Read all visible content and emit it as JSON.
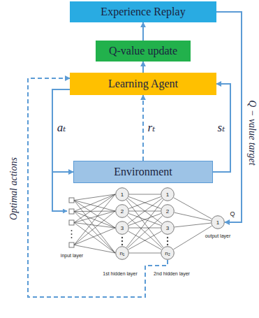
{
  "diagram": {
    "nodes": [
      {
        "text": [
          "Experience Replay"
        ]
      },
      {
        "text": [
          "Q-value update"
        ]
      },
      {
        "text": [
          "Learning Agent"
        ]
      },
      {
        "text": [
          "Environment"
        ]
      },
      {
        "text": [
          "1"
        ]
      },
      {
        "text": [
          "2"
        ]
      },
      {
        "text": [
          "3"
        ]
      },
      {
        "text": [
          "n₁"
        ]
      },
      {
        "text": [
          "1"
        ]
      },
      {
        "text": [
          "2"
        ]
      },
      {
        "text": [
          "3"
        ]
      },
      {
        "text": [
          "n₂"
        ]
      },
      {
        "text": [
          "1"
        ]
      }
    ],
    "edges": [
      {
        "from": 2,
        "to": 1,
        "arrow": "to"
      },
      {
        "from": 1,
        "to": 0,
        "arrow": "to"
      },
      {
        "from": 0,
        "to": 12,
        "arrow": "to"
      },
      {
        "from": 3,
        "to": 2,
        "arrow": "to"
      },
      {
        "from": 3,
        "to": 2,
        "arrow": "to"
      },
      {
        "from": 2,
        "to": 3,
        "arrow": "to"
      },
      {
        "from": 11,
        "to": 2,
        "arrow": "to"
      },
      {
        "from": 4,
        "to": 8,
        "arrow": "none"
      },
      {
        "from": 4,
        "to": 9,
        "arrow": "none"
      },
      {
        "from": 4,
        "to": 10,
        "arrow": "none"
      },
      {
        "from": 4,
        "to": 11,
        "arrow": "none"
      },
      {
        "from": 5,
        "to": 8,
        "arrow": "none"
      },
      {
        "from": 5,
        "to": 9,
        "arrow": "none"
      },
      {
        "from": 5,
        "to": 10,
        "arrow": "none"
      },
      {
        "from": 5,
        "to": 11,
        "arrow": "none"
      },
      {
        "from": 6,
        "to": 8,
        "arrow": "none"
      },
      {
        "from": 6,
        "to": 9,
        "arrow": "none"
      },
      {
        "from": 6,
        "to": 10,
        "arrow": "none"
      },
      {
        "from": 6,
        "to": 11,
        "arrow": "none"
      },
      {
        "from": 7,
        "to": 8,
        "arrow": "none"
      },
      {
        "from": 7,
        "to": 9,
        "arrow": "none"
      },
      {
        "from": 7,
        "to": 10,
        "arrow": "none"
      },
      {
        "from": 7,
        "to": 11,
        "arrow": "none"
      },
      {
        "from": 8,
        "to": 12,
        "arrow": "none"
      },
      {
        "from": 9,
        "to": 12,
        "arrow": "none"
      },
      {
        "from": 10,
        "to": 12,
        "arrow": "none"
      },
      {
        "from": 11,
        "to": 12,
        "arrow": "none"
      }
    ],
    "labels": [
      "aₜ",
      "rₜ",
      "sₜ",
      "Optimal actions",
      "Q − value target",
      "input layer",
      "1st hidden layer",
      "2nd hidden layer",
      "output layer",
      "Q"
    ]
  }
}
